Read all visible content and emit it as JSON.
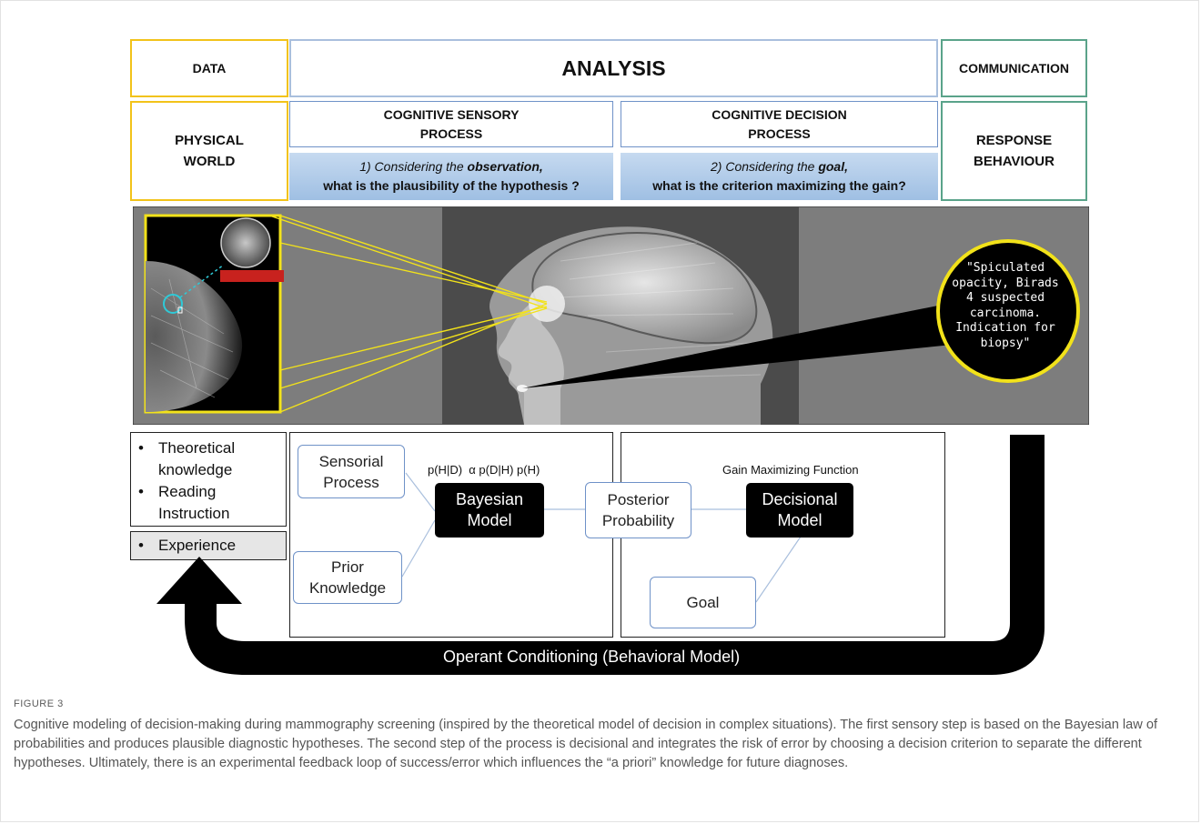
{
  "header": {
    "data": "DATA",
    "analysis": "ANALYSIS",
    "communication": "COMMUNICATION"
  },
  "physical_world": [
    "PHYSICAL",
    "WORLD"
  ],
  "sensory": {
    "title": [
      "COGNITIVE SENSORY",
      "PROCESS"
    ],
    "question_prefix": "1) Considering the ",
    "question_keyword": "observation,",
    "question_line2": "what is the plausibility of the hypothesis ?"
  },
  "decision": {
    "title": [
      "COGNITIVE DECISION",
      "PROCESS"
    ],
    "question_prefix": "2) Considering the ",
    "question_keyword": "goal,",
    "question_line2": "what is the criterion maximizing the gain?"
  },
  "response": [
    "RESPONSE",
    "BEHAVIOUR"
  ],
  "speech_bubble": "\"Spiculated opacity, Birads 4 suspected carcinoma. Indication for biopsy\"",
  "knowledge": {
    "items": [
      "Theoretical knowledge",
      "Reading Instruction"
    ],
    "experience": "Experience"
  },
  "model": {
    "sensorial_process": [
      "Sensorial",
      "Process"
    ],
    "prior_knowledge": [
      "Prior",
      "Knowledge"
    ],
    "formula": "p(H|D)  α p(D|H) p(H)",
    "bayesian_model": [
      "Bayesian",
      "Model"
    ],
    "posterior_probability": [
      "Posterior",
      "Probability"
    ],
    "gain_function": "Gain Maximizing Function",
    "decisional_model": [
      "Decisional",
      "Model"
    ],
    "goal": "Goal"
  },
  "loop_label": "Operant Conditioning (Behavioral Model)",
  "figure_label": "FIGURE 3",
  "caption": "Cognitive modeling of decision-making during mammography screening (inspired by the theoretical model of decision in complex situations). The first sensory step is based on the Bayesian law of probabilities and produces plausible diagnostic hypotheses. The second step of the process is decisional and integrates the risk of error by choosing a decision criterion to separate the different hypotheses. Ultimately, there is an experimental feedback loop of success/error which influences the “a priori” knowledge for future diagnoses.",
  "colors": {
    "data_border": "#f2c31a",
    "analysis_border": "#a9bfdd",
    "communication_border": "#5aa38a",
    "banner_gradient": "#b3cdea",
    "node_border": "#6f92c8"
  }
}
